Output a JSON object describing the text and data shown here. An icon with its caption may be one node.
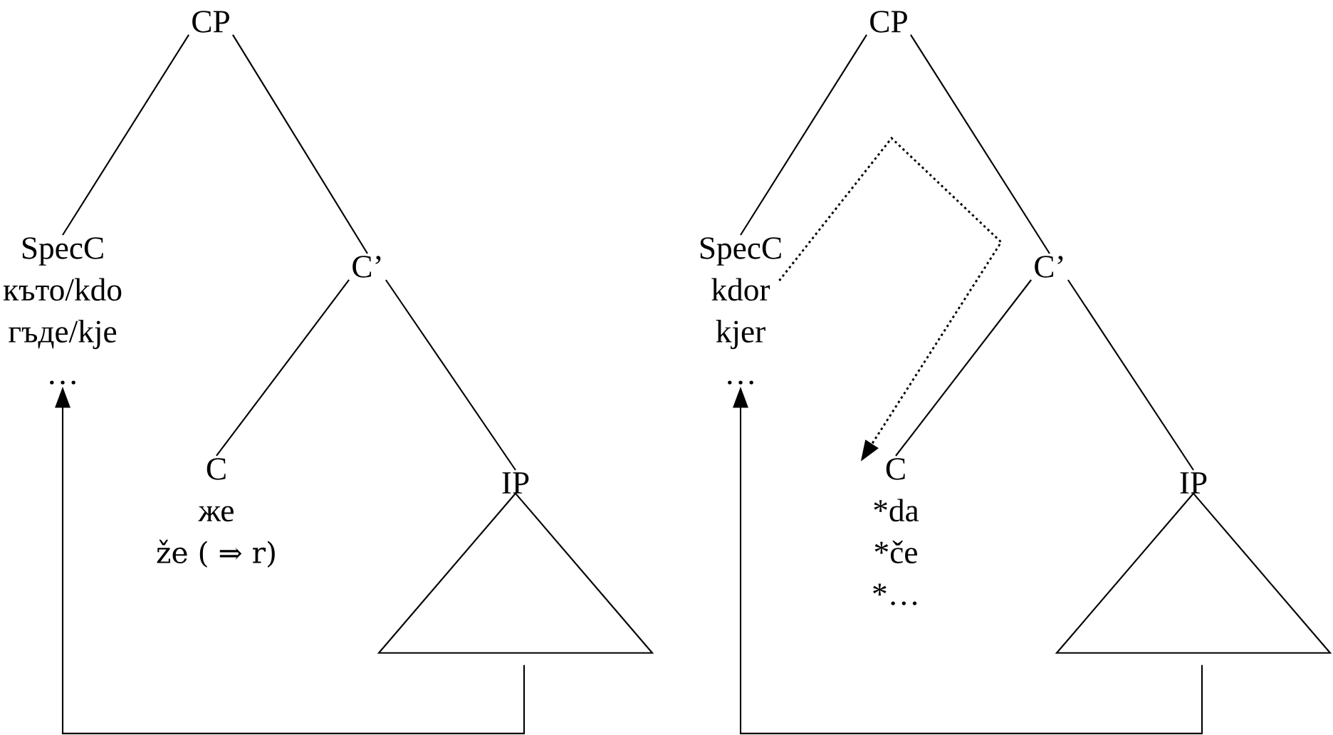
{
  "diagram": {
    "nodes": [
      {
        "text": [
          "CP"
        ]
      },
      {
        "text": [
          "SpecC",
          "къто/kdo",
          "гъде/kje",
          "…"
        ]
      },
      {
        "text": [
          "C’"
        ]
      },
      {
        "text": [
          "C",
          "же",
          "že ( ⇒ r)"
        ]
      },
      {
        "text": [
          "IP"
        ]
      },
      {
        "text": [],
        "shape": "triangle"
      },
      {
        "text": [
          "CP"
        ]
      },
      {
        "text": [
          "SpecC",
          "kdor",
          "kjer",
          "…"
        ]
      },
      {
        "text": [
          "C’"
        ]
      },
      {
        "text": [
          "C",
          "*da",
          "*če",
          "*…"
        ]
      },
      {
        "text": [
          "IP"
        ]
      },
      {
        "text": [],
        "shape": "triangle"
      }
    ],
    "edges": [
      {
        "from": 0,
        "to": 1,
        "arrow": "none"
      },
      {
        "from": 0,
        "to": 2,
        "arrow": "none"
      },
      {
        "from": 2,
        "to": 3,
        "arrow": "none"
      },
      {
        "from": 2,
        "to": 4,
        "arrow": "none"
      },
      {
        "from": 5,
        "to": 1,
        "arrow": "to"
      },
      {
        "from": 6,
        "to": 7,
        "arrow": "none"
      },
      {
        "from": 6,
        "to": 8,
        "arrow": "none"
      },
      {
        "from": 8,
        "to": 9,
        "arrow": "none"
      },
      {
        "from": 8,
        "to": 10,
        "arrow": "none"
      },
      {
        "from": 11,
        "to": 7,
        "arrow": "to"
      },
      {
        "from": 7,
        "to": 9,
        "arrow": "to",
        "style": "dashed"
      }
    ]
  }
}
